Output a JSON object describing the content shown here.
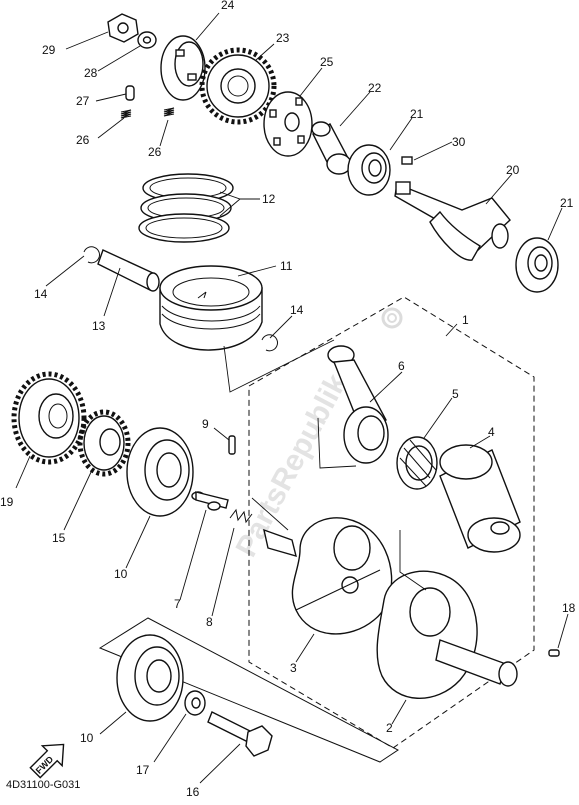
{
  "diagram": {
    "code": "4D31100-G031",
    "watermark": "PartsRepublik",
    "fwd_label": "FWD",
    "labels": {
      "l1": "1",
      "l2": "2",
      "l3": "3",
      "l4": "4",
      "l5": "5",
      "l6": "6",
      "l7": "7",
      "l8": "8",
      "l9": "9",
      "l10a": "10",
      "l10b": "10",
      "l11": "11",
      "l12": "12",
      "l13": "13",
      "l14a": "14",
      "l14b": "14",
      "l15": "15",
      "l16": "16",
      "l17": "17",
      "l18": "18",
      "l19": "19",
      "l20": "20",
      "l21a": "21",
      "l21b": "21",
      "l22": "22",
      "l23": "23",
      "l24": "24",
      "l25": "25",
      "l26a": "26",
      "l26b": "26",
      "l27": "27",
      "l28": "28",
      "l29": "29",
      "l30": "30"
    }
  }
}
